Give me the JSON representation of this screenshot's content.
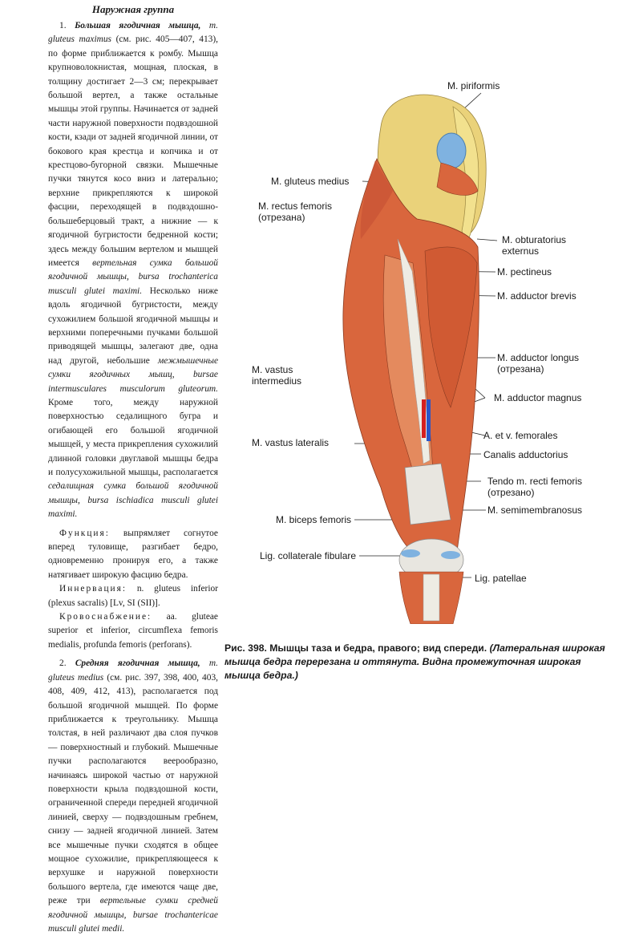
{
  "text": {
    "heading": "Наружная группа",
    "p1": {
      "num": "1.",
      "title": "Большая ягодичная мышца,",
      "latin": "m. gluteus maximus",
      "t1": "(см. рис. 405—407, 413), по форме приближается к ромбу. Мышца крупноволокнистая, мощная, плоская, в толщину достигает 2—3 см; перекрывает большой вертел, а также остальные мышцы этой группы. Начинается от задней части наружной поверхности подвздошной кости, кзади от задней ягодичной линии, от бокового края крестца и копчика и от крестцово-бугорной связки. Мышечные пучки тянутся косо вниз и латерально; верхние прикрепляются к широкой фасции, переходящей в подвздошно-большеберцовый тракт, а нижние — к ягодичной бугристости бедренной кости; здесь между большим вертелом и мышцей имеется",
      "i1": "вертельная сумка большой ягодичной мышцы, bursa trochanterica musculi glutei maximi.",
      "t2": "Несколько ниже вдоль ягодичной бугристости, между сухожилием большой ягодичной мышцы и верхними поперечными пучками большой приводящей мышцы, залегают две, одна над другой, небольшие",
      "i2": "межмышечные сумки ягодичных мышц, bursae intermusculares musculorum gluteorum.",
      "t3": "Кроме того, между наружной поверхностью седалищного бугра и огибающей его большой ягодичной мышцей, у места прикрепления сухожилий длинной головки двуглавой мышцы бедра и полусухожильной мышцы, располагается",
      "i3": "седалищная сумка большой ягодичной мышцы, bursa ischiadica musculi glutei maximi."
    },
    "function_label": "Функция:",
    "function_text": "выпрямляет согнутое вперед туловище, разгибает бедро, одновременно пронируя его, а также натягивает широкую фасцию бедра.",
    "innervation_label": "Иннервация:",
    "innervation_text": "n. gluteus inferior (plexus sacralis) [Lv, SI (SII)].",
    "blood_label": "Кровоснабжение:",
    "blood_text": "aa. gluteae superior et inferior, circumflexa femoris medialis, profunda femoris (perforans).",
    "p2": {
      "num": "2.",
      "title": "Средняя ягодичная мышца,",
      "latin": "m. gluteus medius",
      "t1": "(см. рис. 397, 398, 400, 403, 408, 409, 412, 413), располагается под большой ягодичной мышцей. По форме приближается к треугольнику. Мышца толстая, в ней различают два слоя пучков — поверхностный и глубокий. Мышечные пучки располагаются веерообразно, начинаясь широкой частью от наружной поверхности крыла подвздошной кости, ограниченной спереди передней ягодичной линией, сверху — подвздошным гребнем, снизу — задней ягодичной линией. Затем все мышечные пучки сходятся в общее мощное сухожилие, прикрепляющееся к верхушке и наружной поверхности большого вертела, где имеются чаще две, реже три",
      "i1": "вертельные сумки средней ягодичной мышцы, bursae trochantericae musculi glutei medii."
    }
  },
  "figure": {
    "labels": {
      "piriformis": "M. piriformis",
      "gluteus_medius": "M. gluteus medius",
      "rectus_femoris_1": "M. rectus femoris",
      "rectus_femoris_2": "(отрезана)",
      "obturatorius_1": "M. obturatorius",
      "obturatorius_2": "externus",
      "pectineus": "M. pectineus",
      "adductor_brevis": "M. adductor brevis",
      "adductor_longus_1": "M. adductor longus",
      "adductor_longus_2": "(отрезана)",
      "vastus_intermedius_1": "M. vastus",
      "vastus_intermedius_2": "intermedius",
      "adductor_magnus": "M. adductor magnus",
      "vastus_lateralis": "M. vastus lateralis",
      "femorales": "A. et v. femorales",
      "canalis": "Canalis adductorius",
      "tendo_1": "Tendo m. recti femoris",
      "tendo_2": "(отрезано)",
      "semimembranosus": "M. semimembranosus",
      "biceps": "M. biceps femoris",
      "collaterale": "Lig. collaterale fibulare",
      "patellae": "Lig. patellae"
    },
    "colors": {
      "muscle": "#d9663d",
      "muscle_dark": "#b84a2a",
      "bone": "#ead27a",
      "tendon": "#e8e6e0",
      "artery": "#d42020",
      "vein": "#2a56c8",
      "cartilage": "#7fb2e0"
    }
  },
  "caption": {
    "bold": "Рис. 398. Мышцы таза и бедра, правого; вид спереди.",
    "italic": "(Латеральная широкая мышца бедра перерезана и оттянута. Видна промежуточная широкая мышца бедра.)"
  }
}
